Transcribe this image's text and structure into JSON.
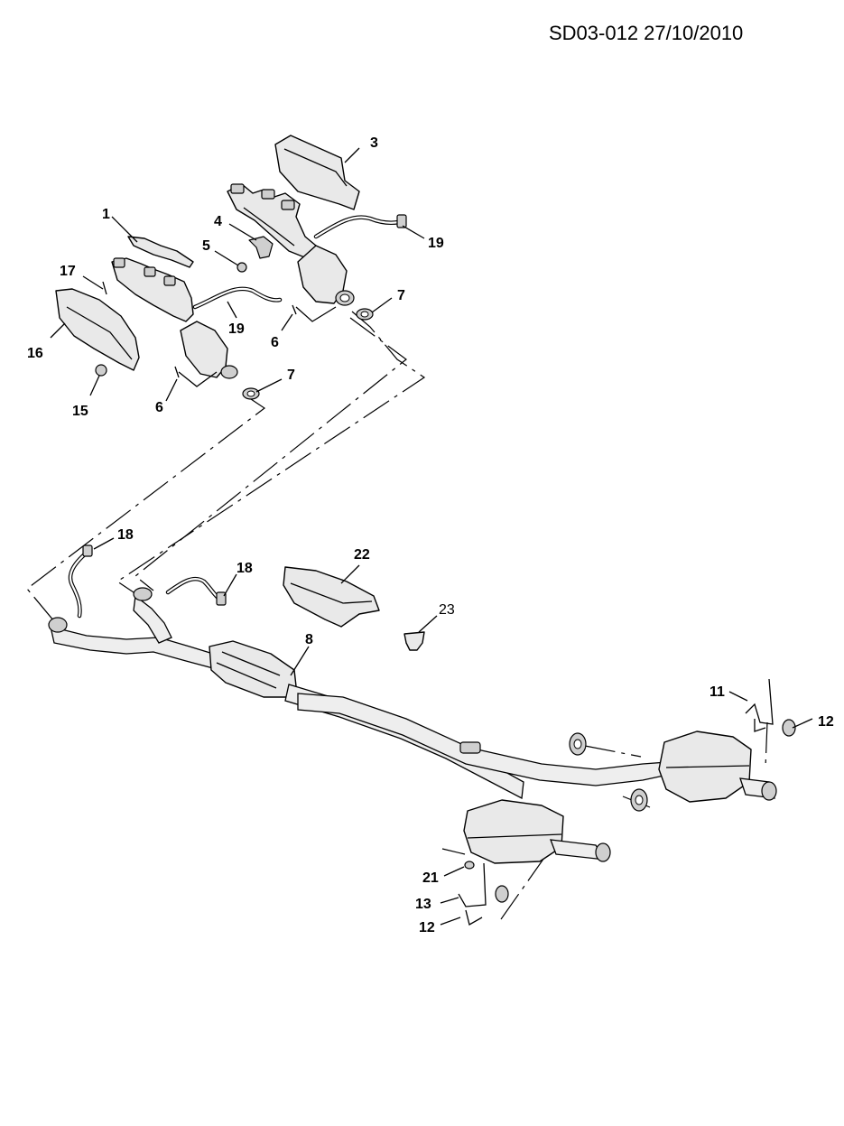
{
  "document": {
    "reference": "SD03-012 27/10/2010"
  },
  "callouts": {
    "c1": "1",
    "c3": "3",
    "c4": "4",
    "c5": "5",
    "c6a": "6",
    "c6b": "6",
    "c7a": "7",
    "c7b": "7",
    "c8": "8",
    "c11": "11",
    "c12a": "12",
    "c12b": "12",
    "c13": "13",
    "c15": "15",
    "c16": "16",
    "c17": "17",
    "c18a": "18",
    "c18b": "18",
    "c19a": "19",
    "c19b": "19",
    "c21": "21",
    "c22": "22",
    "c23": "23"
  }
}
